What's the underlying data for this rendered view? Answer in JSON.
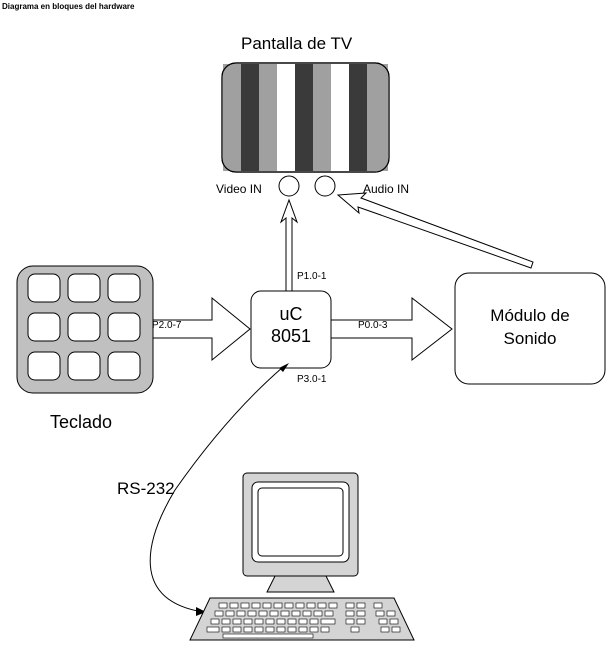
{
  "diagram": {
    "header": "Diagrama en bloques del hardware",
    "tv": {
      "title": "Pantalla de TV",
      "video_in": "Video IN",
      "audio_in": "Audio IN"
    },
    "microcontroller": {
      "line1": "uC",
      "line2": "8051"
    },
    "ports": {
      "tv_video": "P1.0-1",
      "keypad": "P2.0-7",
      "sound": "P0.0-3",
      "serial": "P3.0-1"
    },
    "sound_module": {
      "line1": "Módulo de",
      "line2": "Sonido"
    },
    "keypad": {
      "label": "Teclado"
    },
    "serial_link": {
      "label": "RS-232"
    },
    "colors": {
      "stripe_gray": "#a0a0a0",
      "stripe_dark": "#3a3a3a",
      "keypad_fill": "#c0c0c0",
      "computer_fill": "#d4d4d4"
    }
  }
}
